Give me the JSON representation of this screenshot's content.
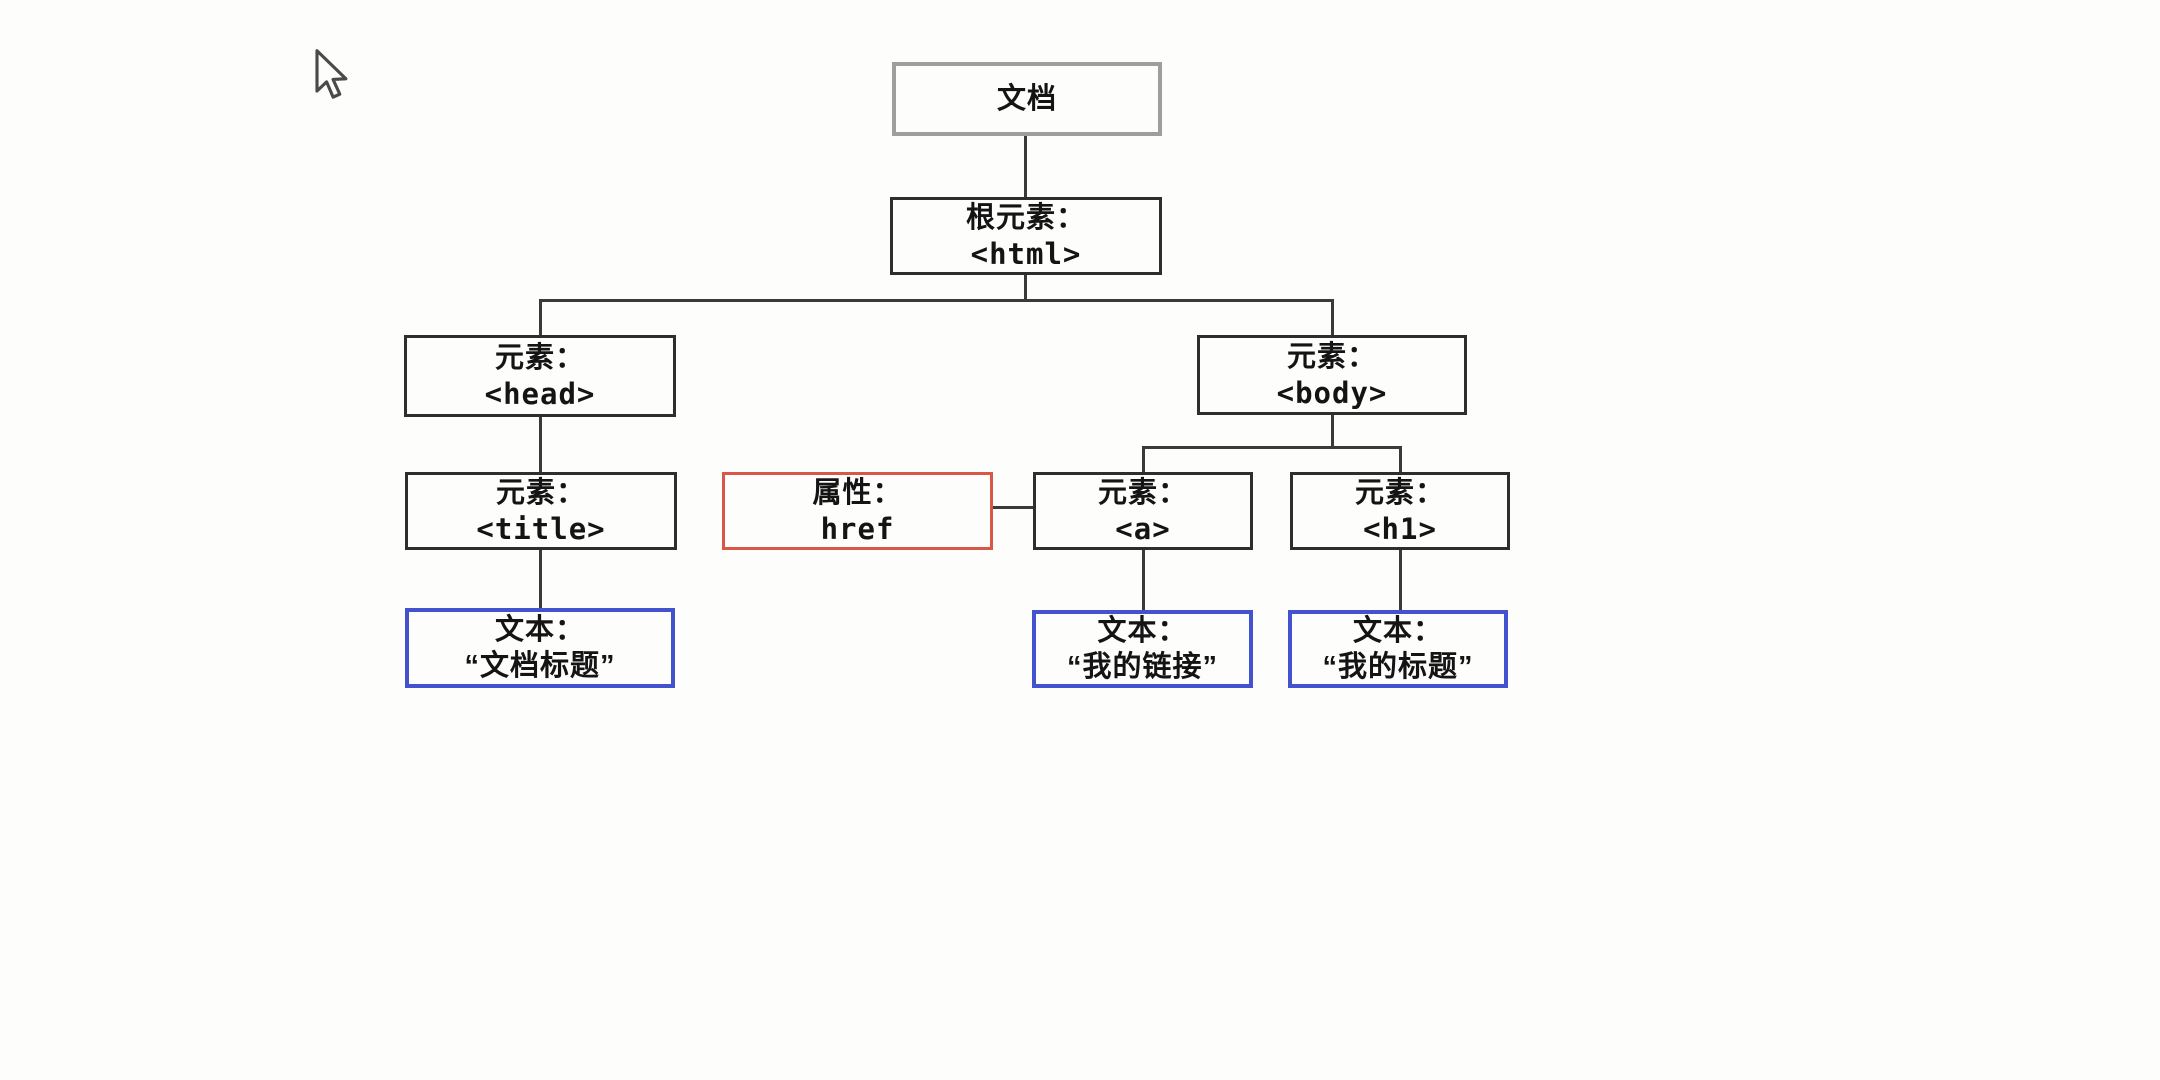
{
  "page": {
    "background": "#fdfdfb"
  },
  "colors": {
    "element_border": "#2e2e2e",
    "document_border": "#9e9e9e",
    "attribute_border": "#d95748",
    "text_node_border": "#4353cf",
    "connector": "#3a3a3a",
    "label_text": "#141414"
  },
  "cursor": {
    "icon": "arrow-pointer"
  },
  "diagram": {
    "nodes": {
      "document": {
        "line1": "文档"
      },
      "root": {
        "line1": "根元素：",
        "line2": "<html>"
      },
      "head": {
        "line1": "元素：",
        "line2": "<head>"
      },
      "body": {
        "line1": "元素：",
        "line2": "<body>"
      },
      "title": {
        "line1": "元素：",
        "line2": "<title>"
      },
      "attr_href": {
        "line1": "属性：",
        "line2": "href"
      },
      "anchor": {
        "line1": "元素：",
        "line2": "<a>"
      },
      "h1": {
        "line1": "元素：",
        "line2": "<h1>"
      },
      "text_doc_title": {
        "line1": "文本：",
        "line2": "“文档标题”"
      },
      "text_my_link": {
        "line1": "文本：",
        "line2": "“我的链接”"
      },
      "text_my_heading": {
        "line1": "文本：",
        "line2": "“我的标题”"
      }
    }
  }
}
